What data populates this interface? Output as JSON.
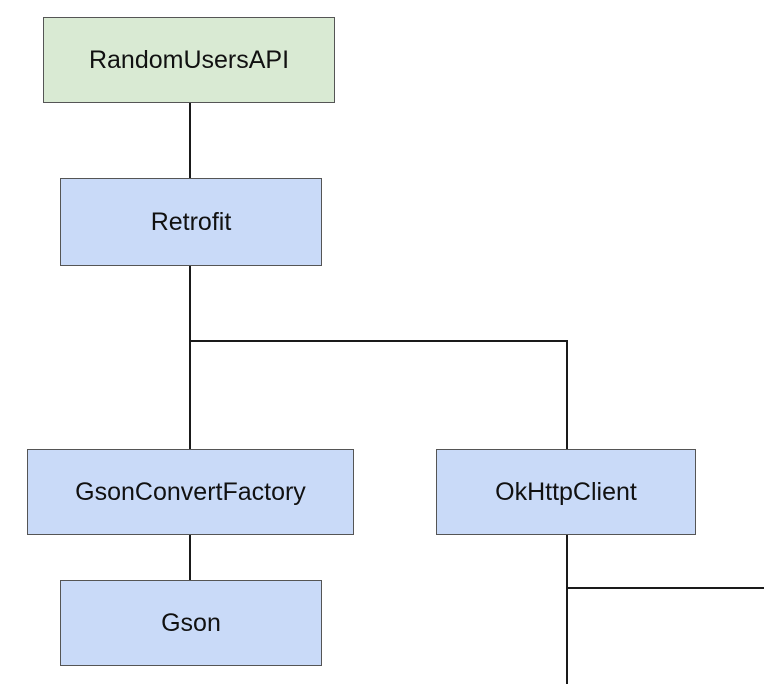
{
  "diagram": {
    "colors": {
      "root_fill": "#d9ead3",
      "node_fill": "#c9daf8",
      "line": "#1a1a1a"
    },
    "nodes": {
      "root": {
        "label": "RandomUsersAPI"
      },
      "retrofit": {
        "label": "Retrofit"
      },
      "gson_convert_factory": {
        "label": "GsonConvertFactory"
      },
      "okhttp_client": {
        "label": "OkHttpClient"
      },
      "gson": {
        "label": "Gson"
      }
    },
    "edges": [
      {
        "from": "RandomUsersAPI",
        "to": "Retrofit"
      },
      {
        "from": "Retrofit",
        "to": "GsonConvertFactory"
      },
      {
        "from": "Retrofit",
        "to": "OkHttpClient"
      },
      {
        "from": "GsonConvertFactory",
        "to": "Gson"
      },
      {
        "from": "OkHttpClient",
        "to": ""
      }
    ]
  }
}
